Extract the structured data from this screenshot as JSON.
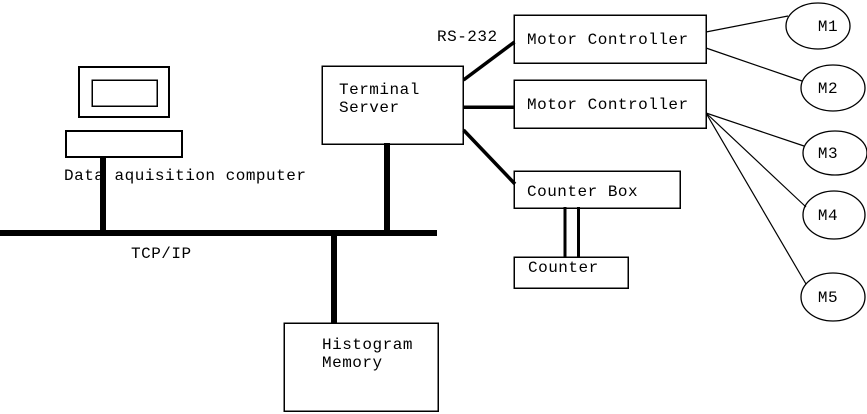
{
  "colors": {
    "line": "#000000",
    "background": "#ffffff"
  },
  "nodes": {
    "computer": {
      "label": "Data aquisition computer"
    },
    "terminal_server": {
      "line1": "Terminal",
      "line2": "Server"
    },
    "motor_controller_1": {
      "label": "Motor Controller"
    },
    "motor_controller_2": {
      "label": "Motor Controller"
    },
    "counter_box": {
      "label": "Counter Box"
    },
    "counter": {
      "label": "Counter"
    },
    "histogram_memory": {
      "line1": "Histogram",
      "line2": "Memory"
    },
    "motors": [
      {
        "label": "M1"
      },
      {
        "label": "M2"
      },
      {
        "label": "M3"
      },
      {
        "label": "M4"
      },
      {
        "label": "M5"
      }
    ]
  },
  "labels": {
    "bus": "TCP/IP",
    "serial": "RS-232"
  }
}
